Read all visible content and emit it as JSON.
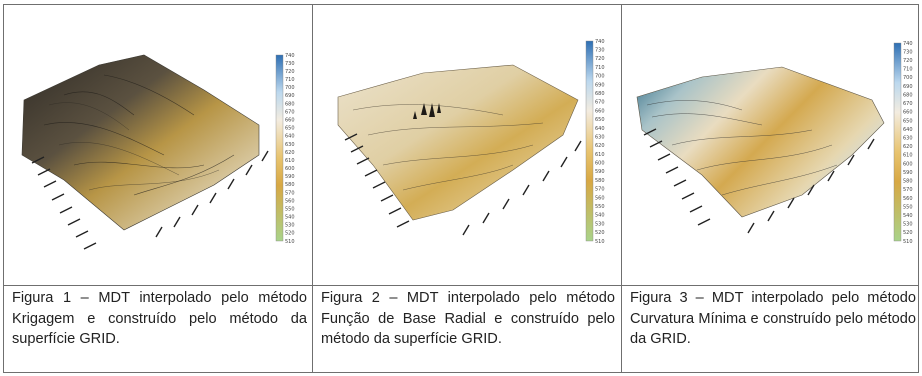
{
  "figures": [
    {
      "caption": "Figura 1 – MDT interpolado pelo método Krigagem e construído pelo método da superfície GRID.",
      "scale_labels": [
        "740",
        "730",
        "720",
        "710",
        "700",
        "690",
        "680",
        "670",
        "660",
        "650",
        "640",
        "630",
        "620",
        "610",
        "600",
        "590",
        "580",
        "570",
        "560",
        "550",
        "540",
        "530",
        "520",
        "510"
      ]
    },
    {
      "caption": "Figura 2 – MDT interpolado pelo método Função de Base Radial e construído pelo método da superfície GRID.",
      "scale_labels": [
        "740",
        "730",
        "720",
        "710",
        "700",
        "690",
        "680",
        "670",
        "660",
        "650",
        "640",
        "630",
        "620",
        "610",
        "600",
        "590",
        "580",
        "570",
        "560",
        "550",
        "540",
        "530",
        "520",
        "510"
      ]
    },
    {
      "caption": "Figura 3 – MDT interpolado pelo método Curvatura Mínima e construído pelo método da GRID.",
      "scale_labels": [
        "740",
        "730",
        "720",
        "710",
        "700",
        "690",
        "680",
        "670",
        "660",
        "650",
        "640",
        "630",
        "620",
        "610",
        "600",
        "590",
        "580",
        "570",
        "560",
        "550",
        "540",
        "530",
        "520",
        "510"
      ]
    }
  ],
  "colors": {
    "scale_top": "#2e6fb3",
    "scale_mid_blue": "#bcd8ee",
    "scale_light": "#f3ece0",
    "scale_gold": "#d8a844",
    "scale_green": "#a9d38a",
    "terrain_dark": "#3a3630",
    "terrain_tan": "#e3d6b4",
    "terrain_gold": "#c99a3a",
    "border": "#6f6f6f"
  }
}
